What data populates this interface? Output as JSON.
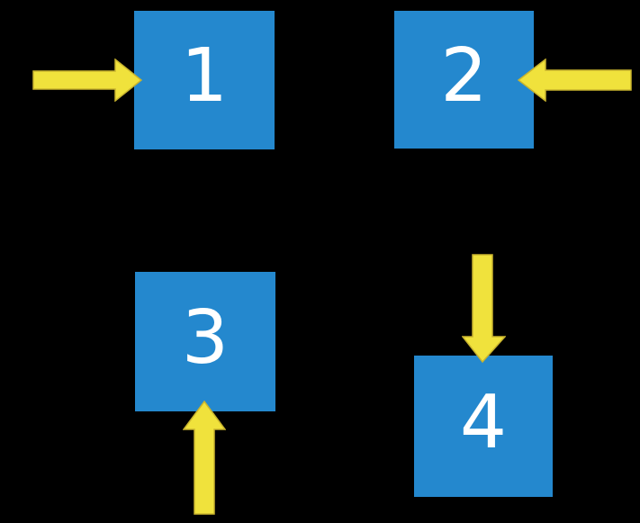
{
  "diagram": {
    "description": "Four numbered blue squares on a black background, each indicated by a yellow arrow",
    "background_color": "#000000",
    "square_color": "#2488CE",
    "label_color": "#FFFFFF",
    "arrow_color": "#F0E23C",
    "arrow_outline_color": "#C9B42E",
    "squares": [
      {
        "label": "1",
        "position": "top-left",
        "arrow_direction": "right",
        "arrow_points_at": "left side of square 1"
      },
      {
        "label": "2",
        "position": "top-right",
        "arrow_direction": "left",
        "arrow_points_at": "right side of square 2"
      },
      {
        "label": "3",
        "position": "bottom-left",
        "arrow_direction": "up",
        "arrow_points_at": "bottom side of square 3"
      },
      {
        "label": "4",
        "position": "bottom-right",
        "arrow_direction": "down",
        "arrow_points_at": "top side of square 4"
      }
    ]
  }
}
